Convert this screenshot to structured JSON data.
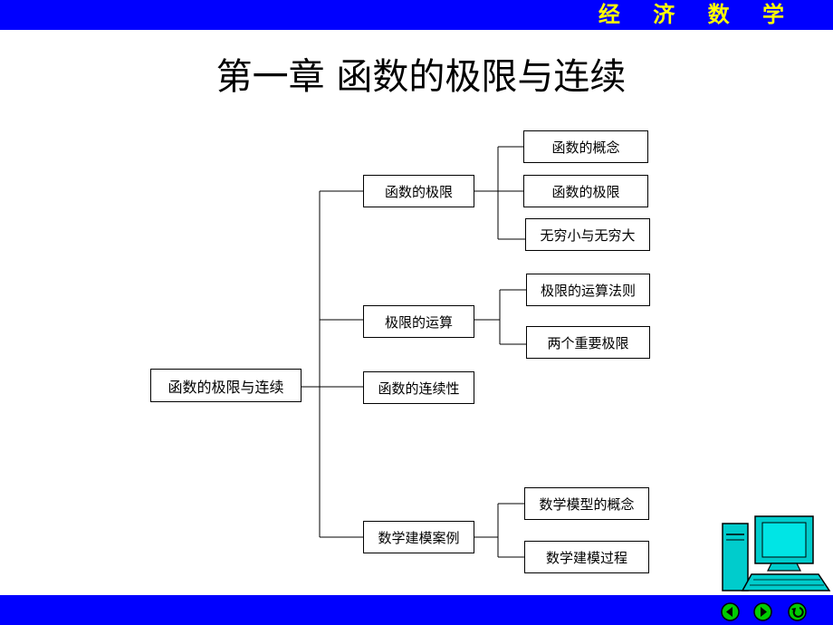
{
  "header": {
    "brand": "经 济 数 学"
  },
  "title": "第一章  函数的极限与连续",
  "diagram": {
    "root": "函数的极限与连续",
    "branches": [
      {
        "label": "函数的极限",
        "children": [
          "函数的概念",
          "函数的极限",
          "无穷小与无穷大"
        ]
      },
      {
        "label": "极限的运算",
        "children": [
          "极限的运算法则",
          "两个重要极限"
        ]
      },
      {
        "label": "函数的连续性",
        "children": []
      },
      {
        "label": "数学建模案例",
        "children": [
          "数学模型的概念",
          "数学建模过程"
        ]
      }
    ]
  },
  "icons": [
    "computer-icon",
    "prev-icon",
    "next-icon",
    "return-icon"
  ],
  "colors": {
    "bar": "#0000ff",
    "brand_text": "#ffff00",
    "nav_button": "#00cc00",
    "computer": "#00cccc"
  }
}
